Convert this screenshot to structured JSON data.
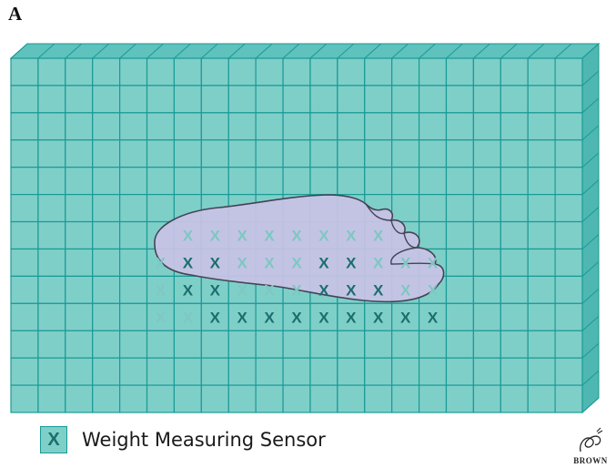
{
  "panel_label": "A",
  "legend": {
    "symbol": "X",
    "label": "Weight Measuring Sensor"
  },
  "signature_text": "BROWN",
  "grid": {
    "cols": 21,
    "rows": 13,
    "colors": {
      "tile": "#7fcfc9",
      "tile_edge": "#1a9a96",
      "side_face": "#4fb7b1",
      "top_face": "#5fc2bc",
      "foot_fill": "#c9c3e6",
      "foot_stroke": "#444455",
      "sensor_strong": "#1a6f6c",
      "sensor_faint": "#7ec7c2"
    }
  },
  "sensors": [
    {
      "row": 6,
      "col": 6,
      "s": "faint"
    },
    {
      "row": 6,
      "col": 7,
      "s": "faint"
    },
    {
      "row": 6,
      "col": 8,
      "s": "faint"
    },
    {
      "row": 6,
      "col": 9,
      "s": "faint"
    },
    {
      "row": 6,
      "col": 10,
      "s": "faint"
    },
    {
      "row": 6,
      "col": 11,
      "s": "faint"
    },
    {
      "row": 6,
      "col": 12,
      "s": "faint"
    },
    {
      "row": 6,
      "col": 13,
      "s": "faint"
    },
    {
      "row": 7,
      "col": 5,
      "s": "faint"
    },
    {
      "row": 7,
      "col": 6,
      "s": "strong"
    },
    {
      "row": 7,
      "col": 7,
      "s": "strong"
    },
    {
      "row": 7,
      "col": 8,
      "s": "faint"
    },
    {
      "row": 7,
      "col": 9,
      "s": "faint"
    },
    {
      "row": 7,
      "col": 10,
      "s": "faint"
    },
    {
      "row": 7,
      "col": 11,
      "s": "strong"
    },
    {
      "row": 7,
      "col": 12,
      "s": "strong"
    },
    {
      "row": 7,
      "col": 13,
      "s": "faint"
    },
    {
      "row": 7,
      "col": 14,
      "s": "faint"
    },
    {
      "row": 7,
      "col": 15,
      "s": "faint"
    },
    {
      "row": 8,
      "col": 5,
      "s": "faint"
    },
    {
      "row": 8,
      "col": 6,
      "s": "strong"
    },
    {
      "row": 8,
      "col": 7,
      "s": "strong"
    },
    {
      "row": 8,
      "col": 8,
      "s": "faint"
    },
    {
      "row": 8,
      "col": 9,
      "s": "faint"
    },
    {
      "row": 8,
      "col": 10,
      "s": "faint"
    },
    {
      "row": 8,
      "col": 11,
      "s": "strong"
    },
    {
      "row": 8,
      "col": 12,
      "s": "strong"
    },
    {
      "row": 8,
      "col": 13,
      "s": "strong"
    },
    {
      "row": 8,
      "col": 14,
      "s": "faint"
    },
    {
      "row": 8,
      "col": 15,
      "s": "faint"
    },
    {
      "row": 9,
      "col": 5,
      "s": "faint"
    },
    {
      "row": 9,
      "col": 6,
      "s": "faint"
    },
    {
      "row": 9,
      "col": 7,
      "s": "strong"
    },
    {
      "row": 9,
      "col": 8,
      "s": "strong"
    },
    {
      "row": 9,
      "col": 9,
      "s": "strong"
    },
    {
      "row": 9,
      "col": 10,
      "s": "strong"
    },
    {
      "row": 9,
      "col": 11,
      "s": "strong"
    },
    {
      "row": 9,
      "col": 12,
      "s": "strong"
    },
    {
      "row": 9,
      "col": 13,
      "s": "strong"
    },
    {
      "row": 9,
      "col": 14,
      "s": "strong"
    },
    {
      "row": 9,
      "col": 15,
      "s": "strong"
    }
  ]
}
